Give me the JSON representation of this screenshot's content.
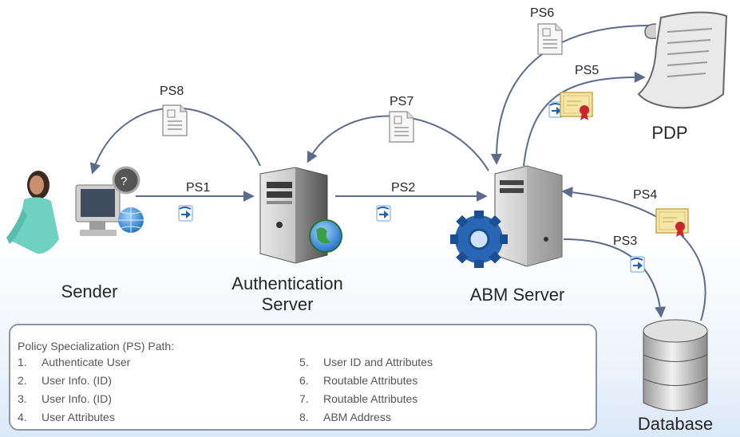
{
  "nodes": {
    "sender": "Sender",
    "authentication_server": [
      "Authentication",
      "Server"
    ],
    "abm_server": "ABM Server",
    "pdp": "PDP",
    "database": "Database"
  },
  "paths": {
    "ps1": "PS1",
    "ps2": "PS2",
    "ps3": "PS3",
    "ps4": "PS4",
    "ps5": "PS5",
    "ps6": "PS6",
    "ps7": "PS7",
    "ps8": "PS8"
  },
  "legend": {
    "title": "Policy Specialization (PS) Path:",
    "items": [
      {
        "num": "1.",
        "text": "Authenticate User"
      },
      {
        "num": "2.",
        "text": "User Info. (ID)"
      },
      {
        "num": "3.",
        "text": "User Info. (ID)"
      },
      {
        "num": "4.",
        "text": "User Attributes"
      },
      {
        "num": "5.",
        "text": "User ID and Attributes"
      },
      {
        "num": "6.",
        "text": "Routable Attributes"
      },
      {
        "num": "7.",
        "text": "Routable Attributes"
      },
      {
        "num": "8.",
        "text": "ABM Address"
      }
    ]
  },
  "colors": {
    "arrow": "#5a6b8c",
    "server_body": "#d3d3d3",
    "gear": "#1f5fa8",
    "globe": "#2f8fd6",
    "certificate": "#f2df9a",
    "seal": "#c8262c"
  }
}
